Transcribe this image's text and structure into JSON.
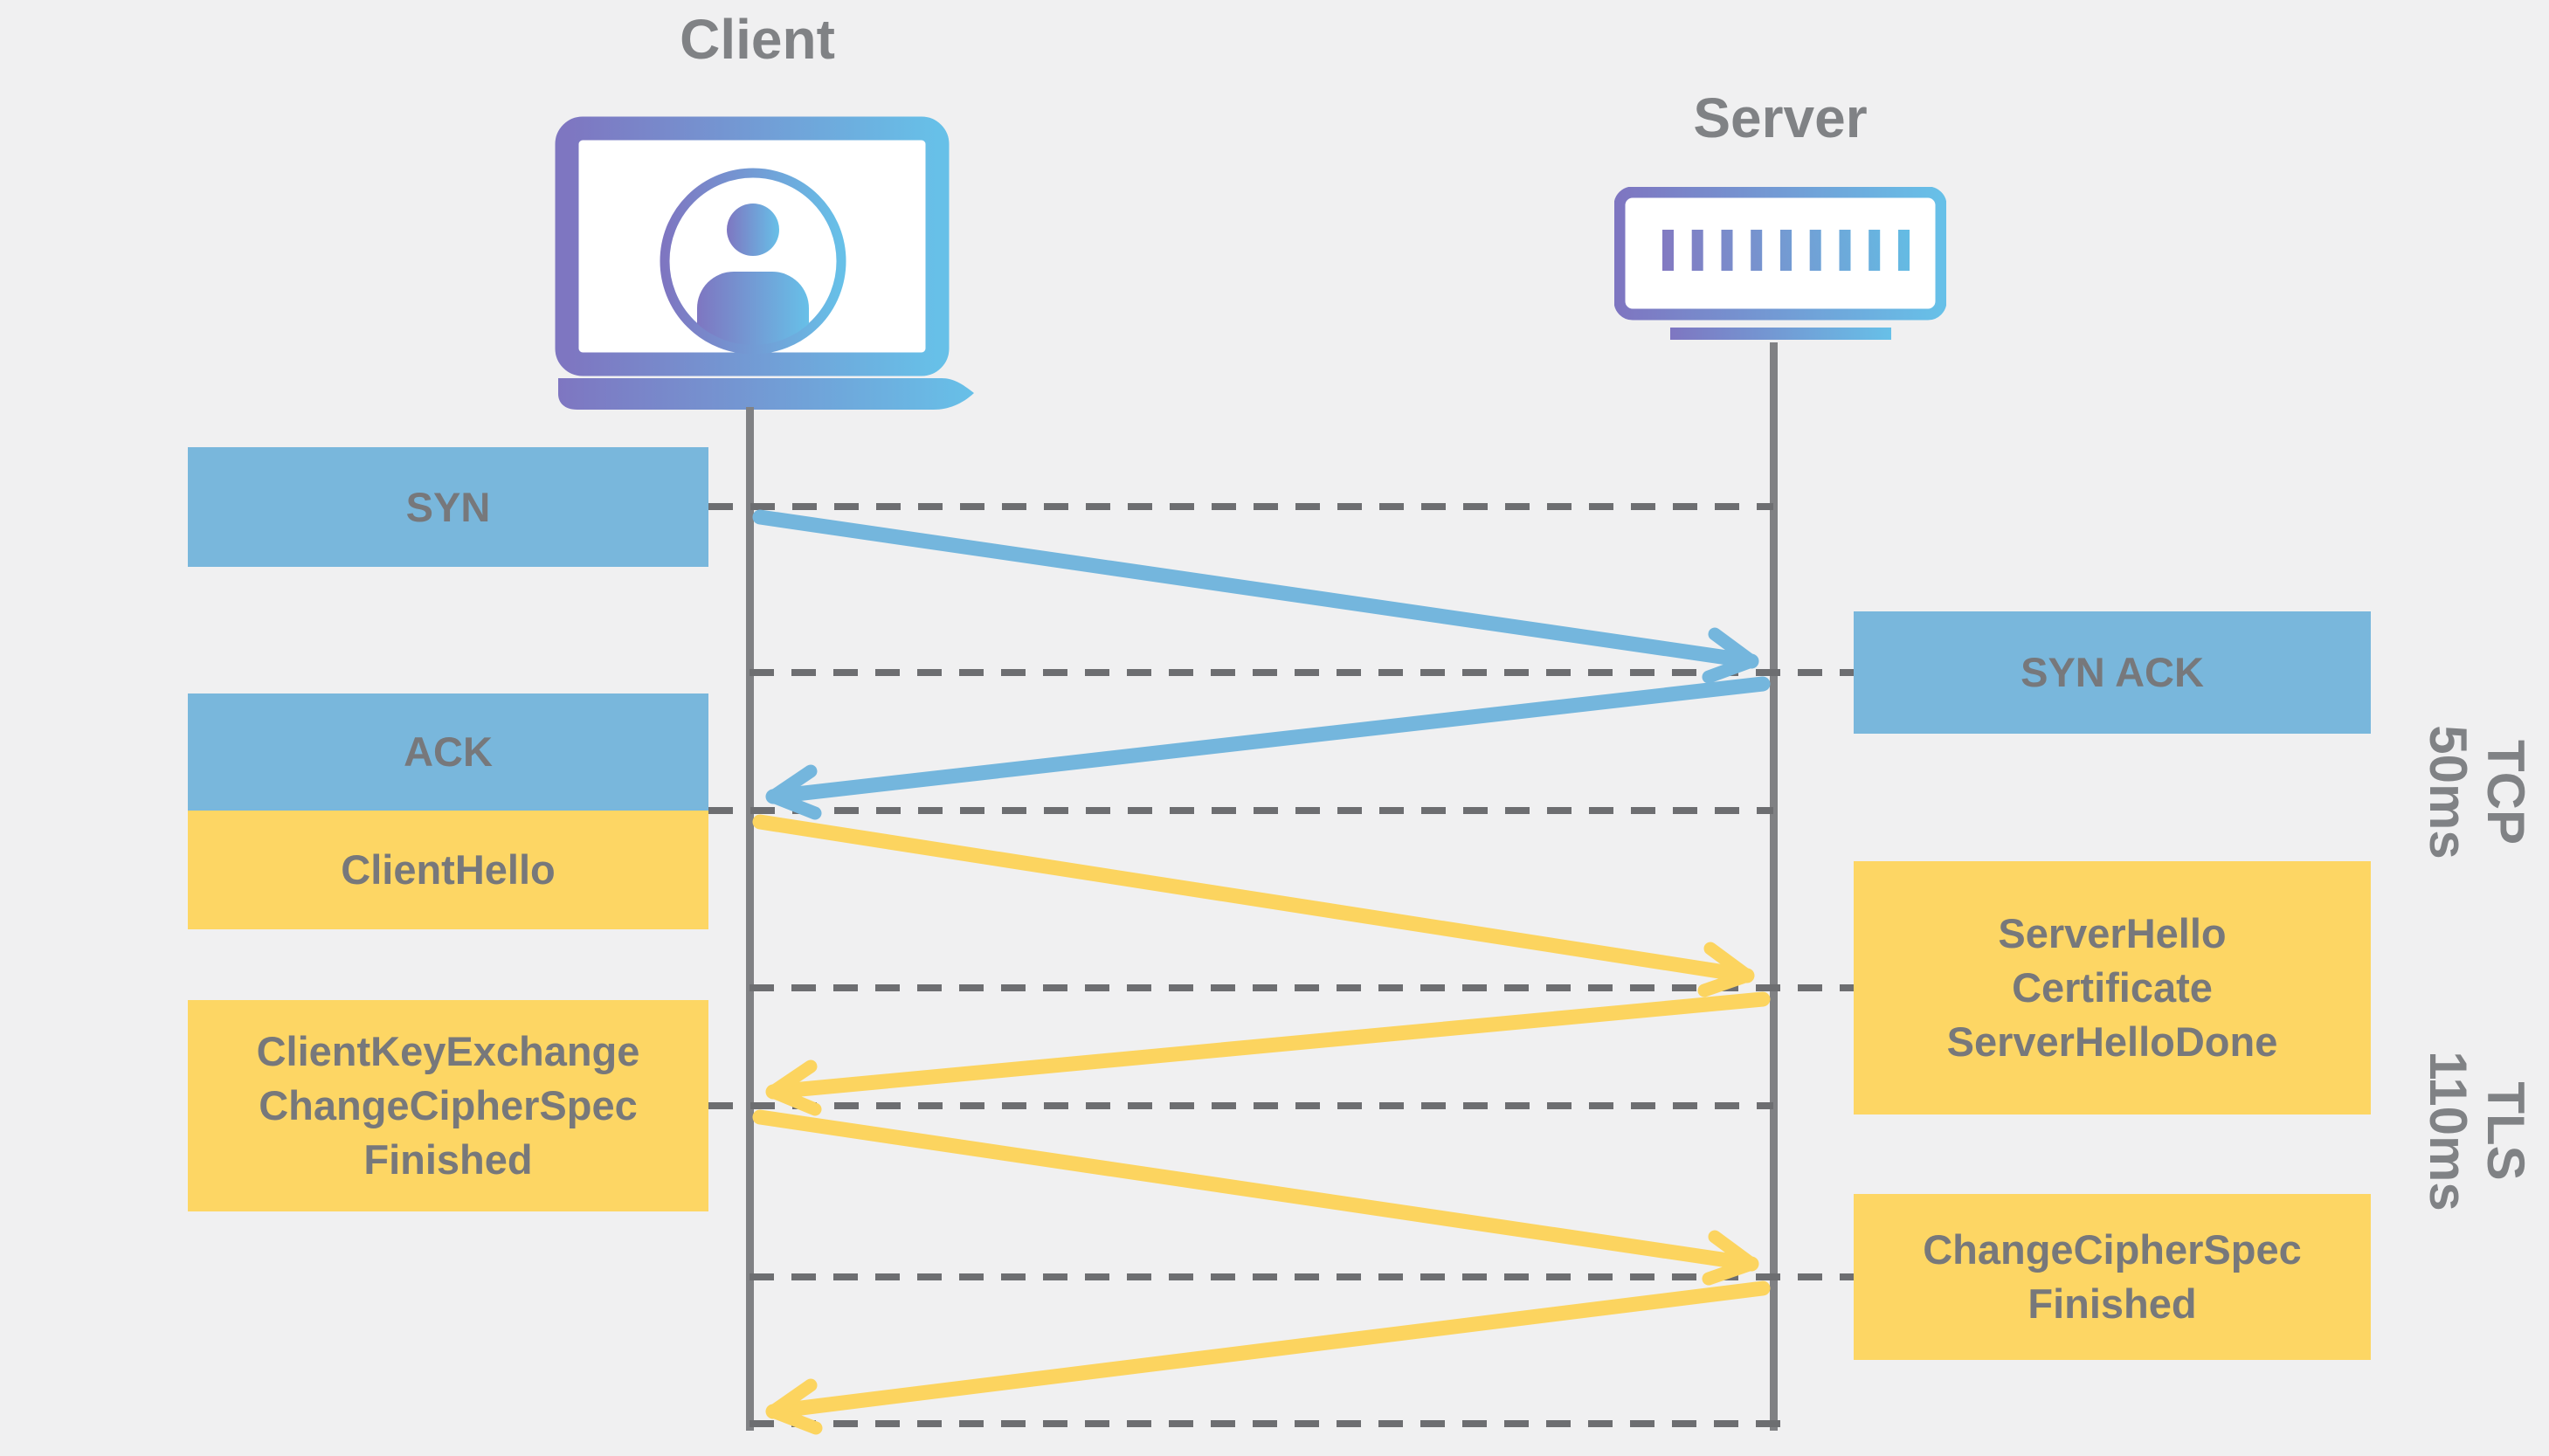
{
  "diagram": {
    "client": {
      "label": "Client",
      "icon": "laptop-user-icon"
    },
    "server": {
      "label": "Server",
      "icon": "server-rack-icon"
    },
    "boxes": {
      "syn": {
        "label": "SYN",
        "type": "tcp",
        "side": "client"
      },
      "synAck": {
        "label": "SYN ACK",
        "type": "tcp",
        "side": "server"
      },
      "ack": {
        "label": "ACK",
        "type": "tcp",
        "side": "client"
      },
      "clientHello": {
        "label": "ClientHello",
        "type": "tls",
        "side": "client"
      },
      "serverHello": {
        "lines": [
          "ServerHello",
          "Certificate",
          "ServerHelloDone"
        ],
        "type": "tls",
        "side": "server"
      },
      "clientKeyExchange": {
        "lines": [
          "ClientKeyExchange",
          "ChangeCipherSpec",
          "Finished"
        ],
        "type": "tls",
        "side": "client"
      },
      "changeCipherSpec": {
        "lines": [
          "ChangeCipherSpec",
          "Finished"
        ],
        "type": "tls",
        "side": "server"
      }
    },
    "phases": {
      "tcp": {
        "label": "TCP",
        "duration": "50ms"
      },
      "tls": {
        "label": "TLS",
        "duration": "110ms"
      }
    },
    "colors": {
      "background": "#f0f0f1",
      "tcp_blue": "#79b7dc",
      "tls_yellow": "#fdd664",
      "text_gray": "#77787b",
      "header_gray": "#808285",
      "dash_gray": "#6d6e71",
      "lifeline_gray": "#808184",
      "arrow_blue": "#74b6dd",
      "arrow_yellow": "#fcd45f",
      "gradient_purple": "#7e76c1",
      "gradient_blue": "#67c0e8"
    }
  }
}
